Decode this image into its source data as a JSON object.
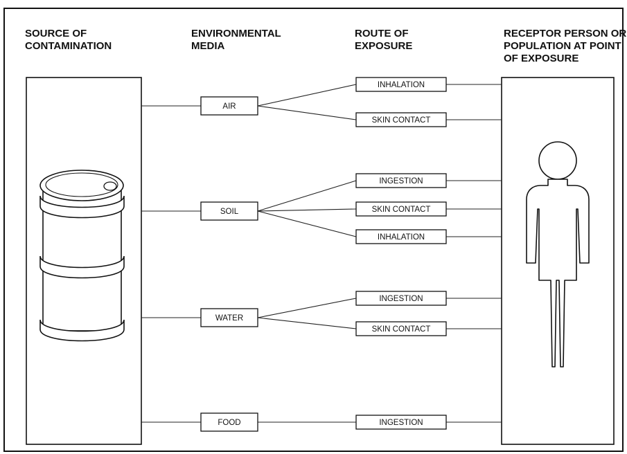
{
  "headers": {
    "source": [
      "SOURCE OF",
      "CONTAMINATION"
    ],
    "media": [
      "ENVIRONMENTAL",
      "MEDIA"
    ],
    "route": [
      "ROUTE OF",
      "EXPOSURE"
    ],
    "receptor": [
      "RECEPTOR PERSON OR",
      "POPULATION AT POINT",
      "OF EXPOSURE"
    ]
  },
  "media": [
    {
      "label": "AIR",
      "routes": [
        "INHALATION",
        "SKIN CONTACT"
      ]
    },
    {
      "label": "SOIL",
      "routes": [
        "INGESTION",
        "SKIN CONTACT",
        "INHALATION"
      ]
    },
    {
      "label": "WATER",
      "routes": [
        "INGESTION",
        "SKIN CONTACT"
      ]
    },
    {
      "label": "FOOD",
      "routes": [
        "INGESTION"
      ]
    }
  ],
  "icons": {
    "source": "barrel-icon",
    "receptor": "person-icon"
  }
}
